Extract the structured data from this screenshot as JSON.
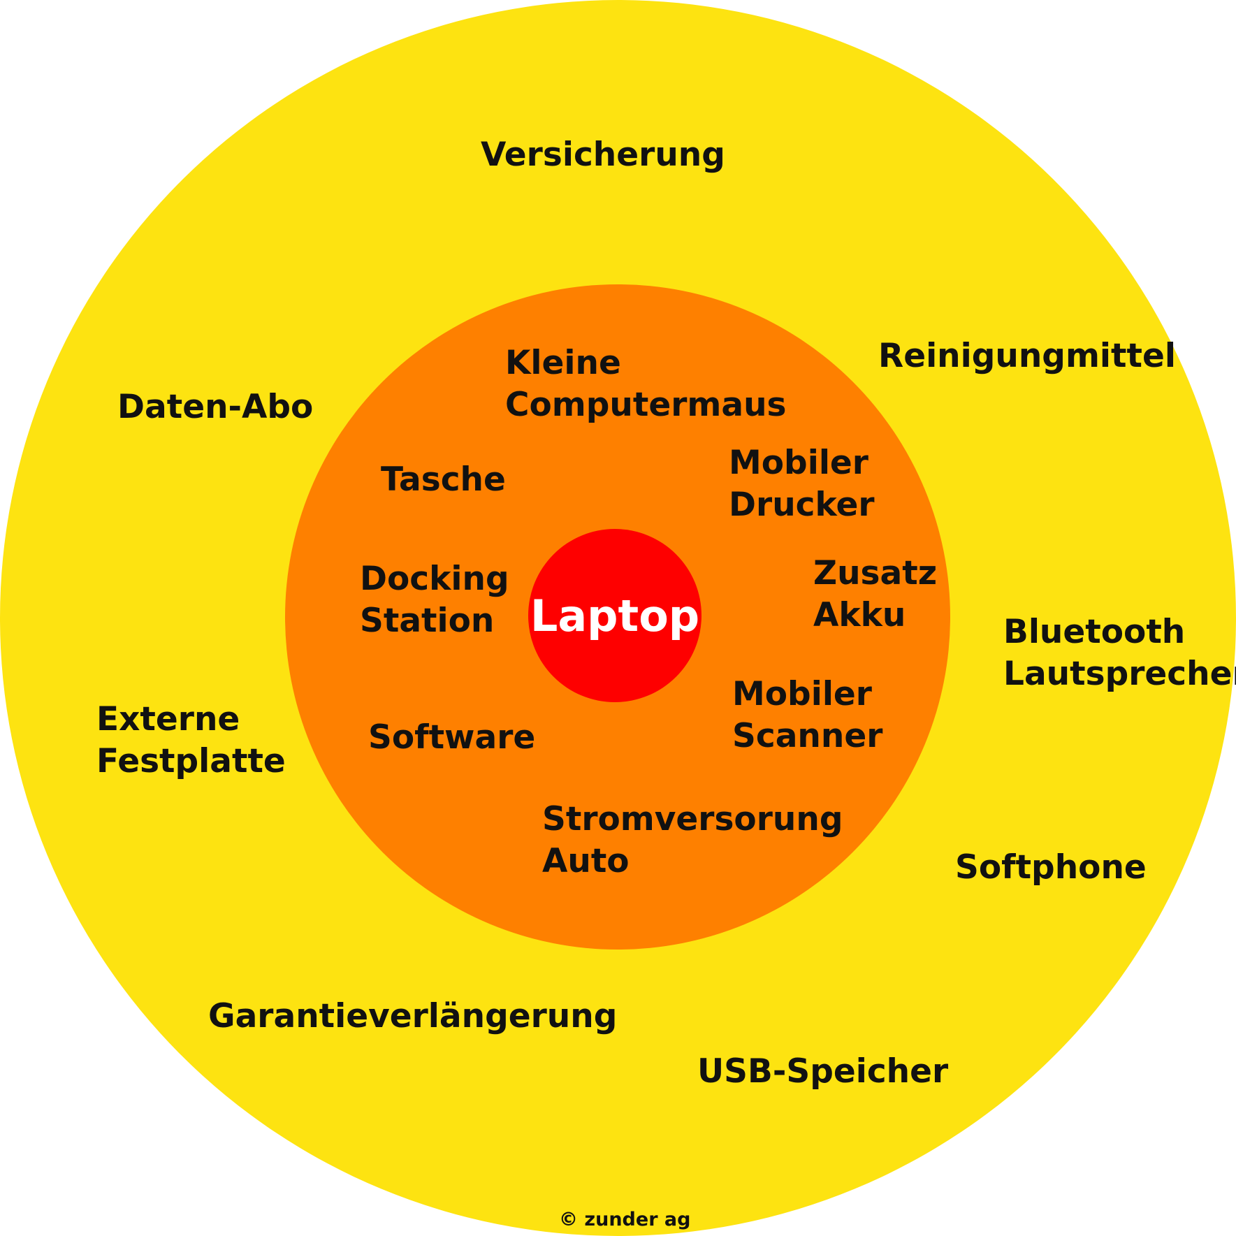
{
  "colors": {
    "outer": "#fde311",
    "middle": "#fe8000",
    "core": "#fe0000",
    "text": "#111111",
    "core_text": "#ffffff"
  },
  "core": {
    "label": "Laptop"
  },
  "middle_ring": {
    "items": [
      {
        "lines": [
          "Kleine",
          "Computermaus"
        ]
      },
      {
        "lines": [
          "Tasche"
        ]
      },
      {
        "lines": [
          "Mobiler",
          "Drucker"
        ]
      },
      {
        "lines": [
          "Docking",
          "Station"
        ]
      },
      {
        "lines": [
          "Zusatz",
          "Akku"
        ]
      },
      {
        "lines": [
          "Mobiler",
          "Scanner"
        ]
      },
      {
        "lines": [
          "Software"
        ]
      },
      {
        "lines": [
          "Stromversorung",
          "Auto"
        ]
      }
    ]
  },
  "outer_ring": {
    "items": [
      {
        "lines": [
          "Versicherung"
        ]
      },
      {
        "lines": [
          "Reinigungmittel"
        ]
      },
      {
        "lines": [
          "Daten-Abo"
        ]
      },
      {
        "lines": [
          "Bluetooth",
          "Lautsprecher"
        ]
      },
      {
        "lines": [
          "Externe",
          "Festplatte"
        ]
      },
      {
        "lines": [
          "Softphone"
        ]
      },
      {
        "lines": [
          "Garantieverlängerung"
        ]
      },
      {
        "lines": [
          "USB-Speicher"
        ]
      }
    ]
  },
  "copyright": "© zunder ag"
}
